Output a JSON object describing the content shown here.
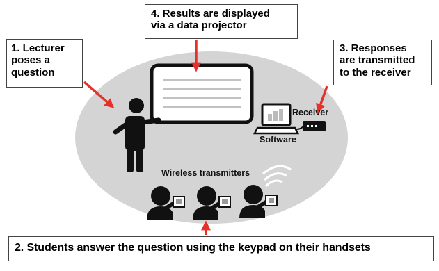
{
  "callouts": {
    "lecturer": [
      "1. Lecturer",
      "poses a",
      "question"
    ],
    "results": [
      "4. Results are displayed",
      "via a data projector"
    ],
    "responses": [
      "3. Responses",
      "are transmitted",
      "to the receiver"
    ],
    "students": "2. Students answer the question using the keypad on their handsets"
  },
  "labels": {
    "software": "Software",
    "receiver": "Receiver",
    "wireless": "Wireless transmitters"
  },
  "colors": {
    "ellipse": "#d4d4d4",
    "arrow": "#e8302a",
    "figure": "#111111",
    "screen_lines": "#c2c2c2"
  },
  "icons": {
    "lecturer": "person-pointing-icon",
    "screen": "projector-screen-icon",
    "laptop": "laptop-icon",
    "receiver": "receiver-box-icon",
    "students": "student-with-handset-icon",
    "signal": "wireless-signal-icon"
  }
}
